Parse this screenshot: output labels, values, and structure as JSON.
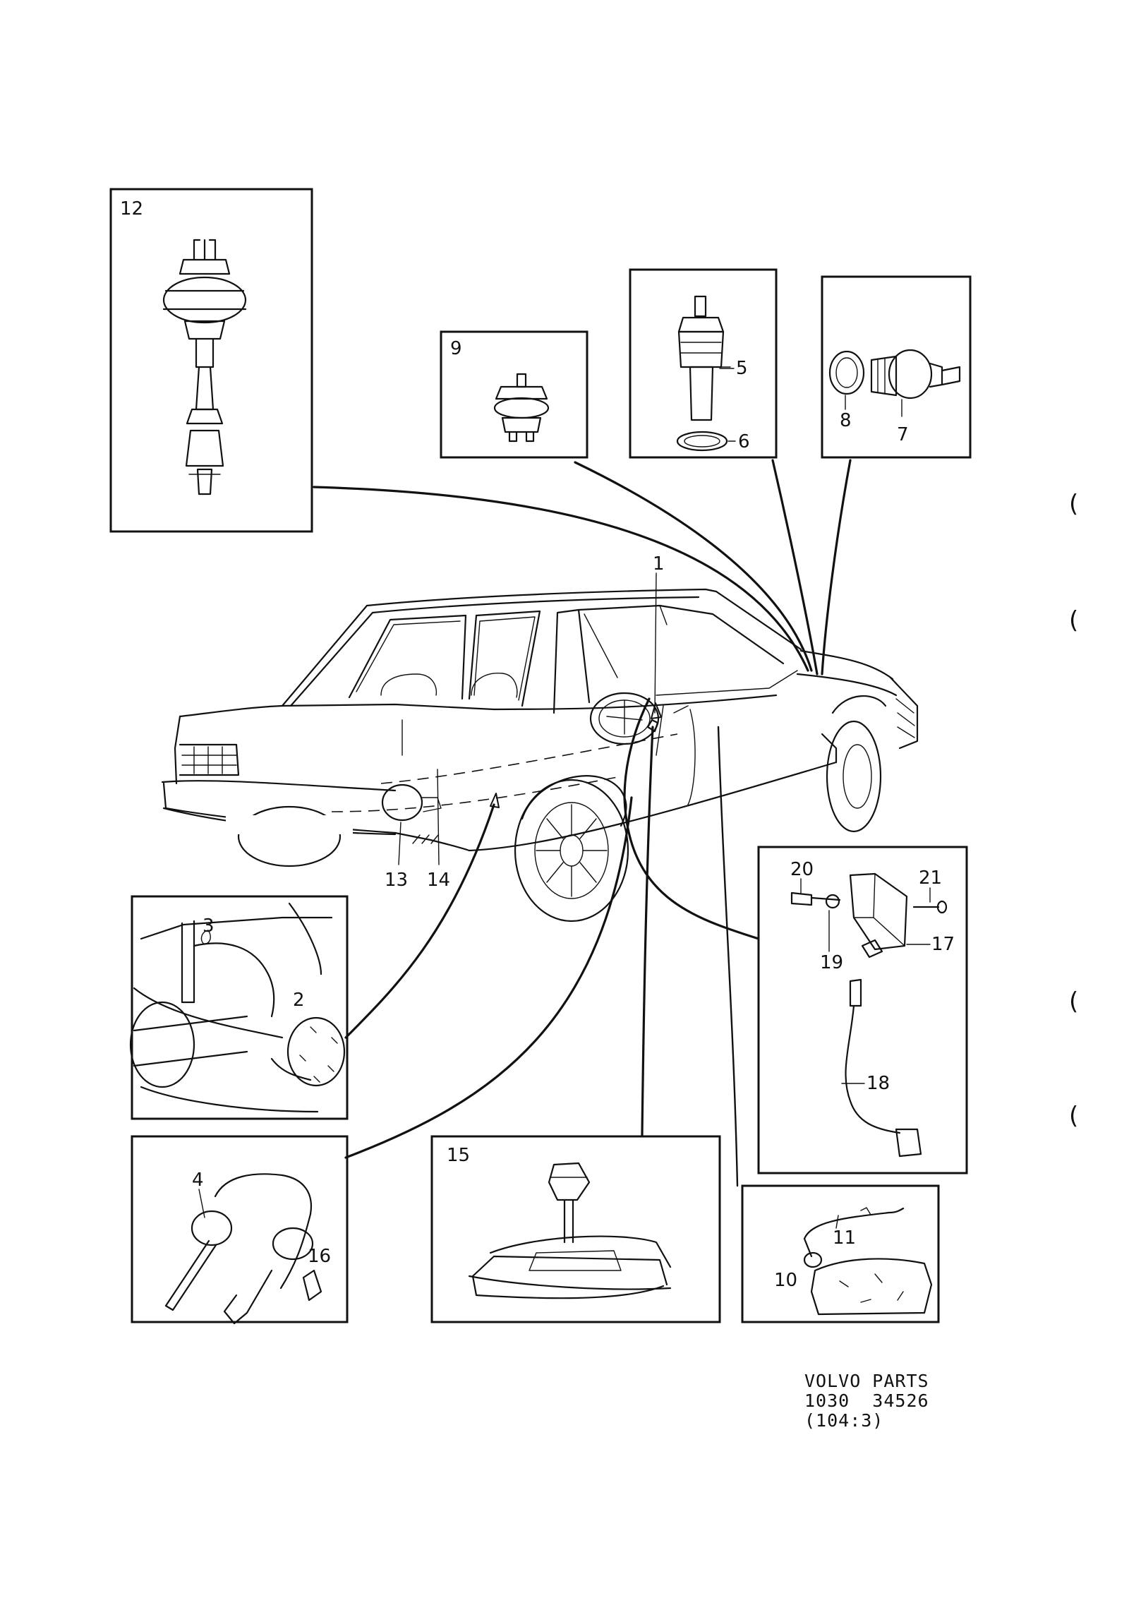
{
  "footer": {
    "brand": "VOLVO PARTS",
    "code": "1030  34526",
    "ref": "(104:3)"
  },
  "callouts": {
    "c1": "1",
    "c2": "2",
    "c3": "3",
    "c4": "4",
    "c5": "5",
    "c6": "6",
    "c7": "7",
    "c8": "8",
    "c9": "9",
    "c10": "10",
    "c11": "11",
    "c12": "12",
    "c13": "13",
    "c14": "14",
    "c15": "15",
    "c16": "16",
    "c17": "17",
    "c18": "18",
    "c19": "19",
    "c20": "20",
    "c21": "21"
  },
  "margin_marks": [
    "(",
    "(",
    "(",
    "("
  ]
}
